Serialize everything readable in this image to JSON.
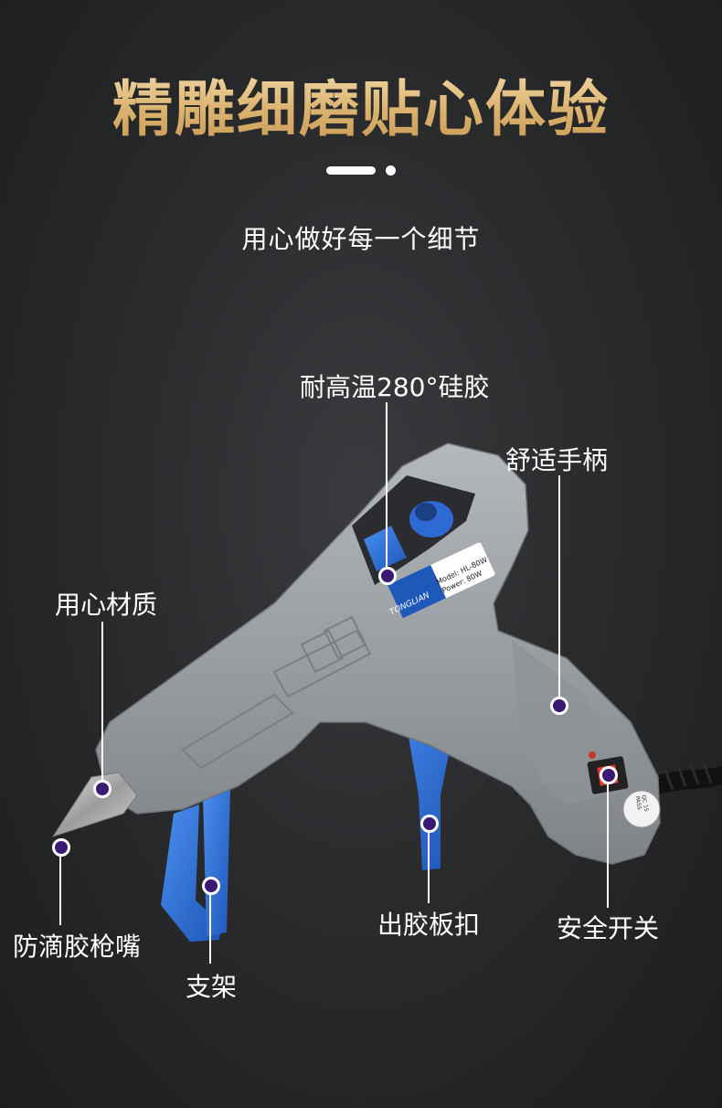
{
  "header": {
    "title": "精雕细磨贴心体验",
    "subtitle": "用心做好每一个细节"
  },
  "product": {
    "badge_brand": "TONGLIAN",
    "badge_model": "Model: HL-80W",
    "badge_power": "Power: 80W",
    "qc_text": "QC 15 PASS"
  },
  "callouts": {
    "silicone": "耐高温280°硅胶",
    "handle": "舒适手柄",
    "material": "用心材质",
    "nozzle": "防滴胶枪嘴",
    "stand": "支架",
    "trigger": "出胶板扣",
    "switch": "安全开关"
  },
  "colors": {
    "title_gold": "#e7c58a",
    "gun_gray": "#9a9ea3",
    "accent_blue": "#2f6fd6",
    "marker_purple": "#3a1a72"
  }
}
